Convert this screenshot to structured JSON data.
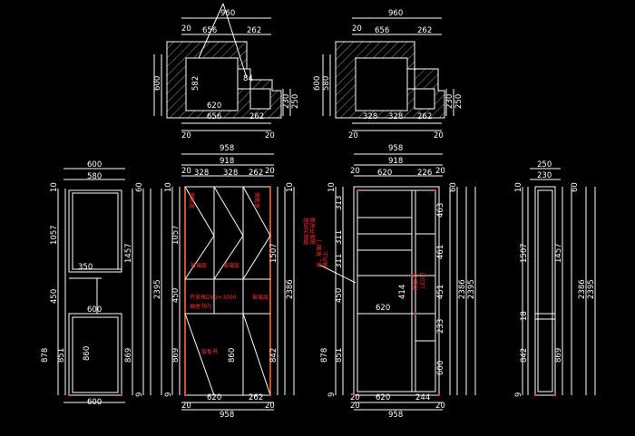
{
  "colors": {
    "background": "#000000",
    "line": "#ffffff",
    "dim_text": "#ffffff",
    "annotation": "#ff3333",
    "panel_edge": "#c8552a",
    "hatch": "#ffffff"
  },
  "plan_left": {
    "dims_top": [
      "960",
      "20",
      "656",
      "262"
    ],
    "dims_bottom": [
      "620",
      "656",
      "262",
      "20",
      "20"
    ],
    "dims_side": [
      "600",
      "582",
      "84",
      "230",
      "250"
    ]
  },
  "plan_right": {
    "dims_top": [
      "960",
      "20",
      "656",
      "262"
    ],
    "dims_bottom": [
      "328",
      "328",
      "262",
      "20",
      "20"
    ],
    "dims_side": [
      "600",
      "580",
      "230",
      "250"
    ]
  },
  "section_left": {
    "top_dims": [
      "600",
      "580"
    ],
    "left_dims": [
      "10",
      "1057",
      "450",
      "878",
      "851"
    ],
    "right_dims": [
      "60",
      "1457",
      "2395",
      "869",
      "9"
    ],
    "inner": [
      "350",
      "600",
      "860",
      "600"
    ]
  },
  "elev_1": {
    "top_dims": [
      "958",
      "918",
      "20",
      "328",
      "328",
      "262",
      "20"
    ],
    "left_dims": [
      "10",
      "1057",
      "450",
      "869",
      "9"
    ],
    "right_dims": [
      "1507",
      "842",
      "2386",
      "10"
    ],
    "inner": [
      "860",
      "620",
      "262",
      "20",
      "958",
      "20"
    ],
    "annotations": [
      "玻璃层",
      "玻璃层",
      "玻璃层",
      "玻璃层",
      "开放格DVD+3000",
      "抽屉书内",
      "玻璃层",
      "层板书"
    ]
  },
  "elev_2": {
    "top_dims": [
      "958",
      "918",
      "20",
      "620",
      "226",
      "20"
    ],
    "left_dims": [
      "10",
      "313",
      "311",
      "311",
      "450",
      "851",
      "878",
      "9"
    ],
    "right_dims": [
      "60",
      "463",
      "461",
      "451",
      "414",
      "233",
      "600",
      "2386",
      "2395"
    ],
    "inner": [
      "620",
      "20",
      "620",
      "244",
      "20",
      "958",
      "20"
    ],
    "annotations": [
      "隔层为同玻",
      "璃层开玻璃",
      "层，玻璃门",
      "格内上",
      "层板书",
      "LED灯"
    ]
  },
  "section_right": {
    "top_dims": [
      "250",
      "230"
    ],
    "left_dims": [
      "10",
      "1507",
      "18",
      "842",
      "9"
    ],
    "right_dims": [
      "60",
      "1457",
      "2386",
      "869",
      "2395"
    ]
  }
}
